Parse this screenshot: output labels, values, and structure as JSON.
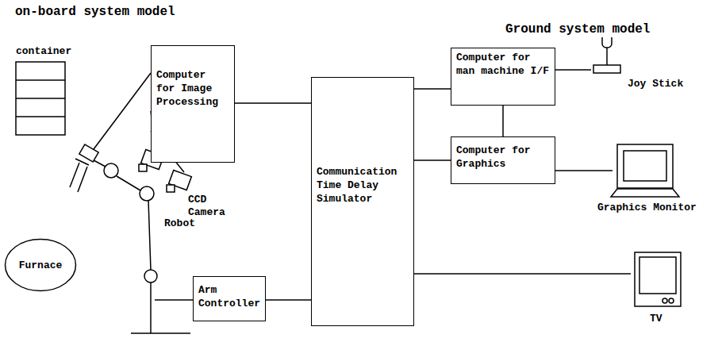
{
  "diagram": {
    "nodes": [
      {
        "text": [
          "container"
        ]
      },
      {
        "text": [
          "Computer for Image Processing"
        ]
      },
      {
        "text": [
          "Communication Time Delay Simulator"
        ]
      },
      {
        "text": [
          "Computer for man machine I/F"
        ]
      },
      {
        "text": [
          "Computer for Graphics"
        ]
      },
      {
        "text": [
          "Arm Controller"
        ]
      },
      {
        "text": [
          "Furnace"
        ]
      }
    ],
    "edges": [
      {
        "from": 1,
        "to": 2,
        "arrow": "none"
      },
      {
        "from": 2,
        "to": 3,
        "arrow": "none"
      },
      {
        "from": 2,
        "to": 4,
        "arrow": "none"
      },
      {
        "from": 3,
        "to": 4,
        "arrow": "none"
      },
      {
        "from": 5,
        "to": 2,
        "arrow": "none"
      }
    ],
    "labels": [
      "on-board system model",
      "Ground system model",
      "CCD Camera",
      "Robot",
      "Joy Stick",
      "Graphics Monitor",
      "TV"
    ]
  }
}
